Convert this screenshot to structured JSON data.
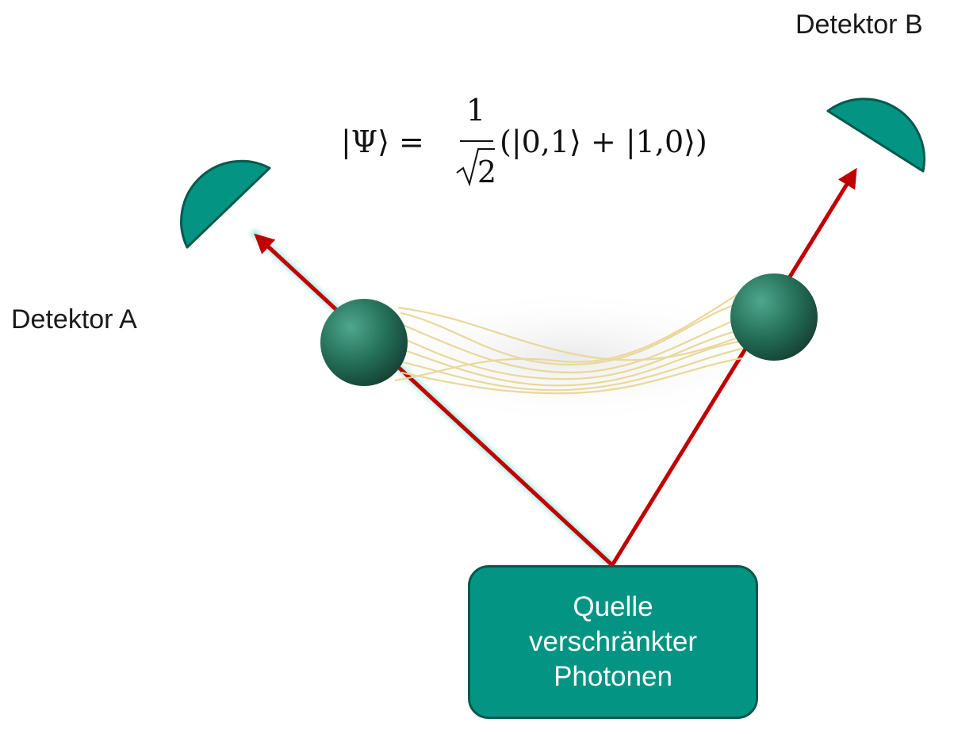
{
  "labels": {
    "detector_a": "Detektor A",
    "detector_b": "Detektor B"
  },
  "formula": {
    "lhs": "|Ψ⟩ =",
    "numerator": "1",
    "denominator": "2",
    "rhs": "(|0,1⟩ + |1,0⟩)"
  },
  "source": {
    "line1": "Quelle",
    "line2": "verschränkter",
    "line3": "Photonen"
  },
  "colors": {
    "teal": "#049483",
    "teal_dark": "#07594d",
    "arrow_red": "#c00000",
    "glow": "#7fe0d0",
    "string": "#e9d796"
  }
}
